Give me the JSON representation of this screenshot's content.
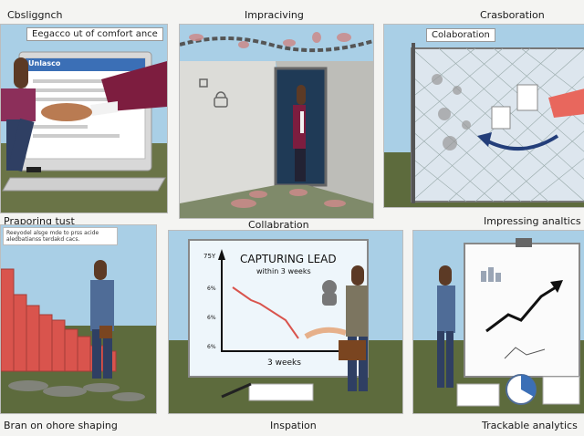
{
  "captions": {
    "top_1": "Cbsliggnch",
    "top_2": "Impraciving",
    "top_3": "Crasboration",
    "mid_1": "Praporing tust",
    "mid_2": "Collabration",
    "mid_3": "Impressing analtics",
    "bot_1": "Bran on ohore shaping",
    "bot_2": "Inspation",
    "bot_3": "Trackable analytics"
  },
  "panel_1": {
    "banner": "Eegacco ut of comfort ance",
    "screen_header": "Unlasco"
  },
  "panel_3": {
    "banner": "Colaboration"
  },
  "panel_4": {
    "note": "Reeyodel alsge mde to prss acide aledbatianss terdakd cacs."
  },
  "panel_5": {
    "board_title": "CAPTURING LEAD",
    "board_subtitle": "within 3 weeks",
    "y_ticks": [
      "75Y",
      "6%",
      "6%",
      "6%"
    ],
    "x_label": "3 weeks"
  },
  "colors": {
    "sky": "#a9cfe6",
    "grass": "#5d6b3d",
    "accent_red": "#d9544d",
    "maroon": "#7d1d3f",
    "board": "#eef6fb"
  }
}
